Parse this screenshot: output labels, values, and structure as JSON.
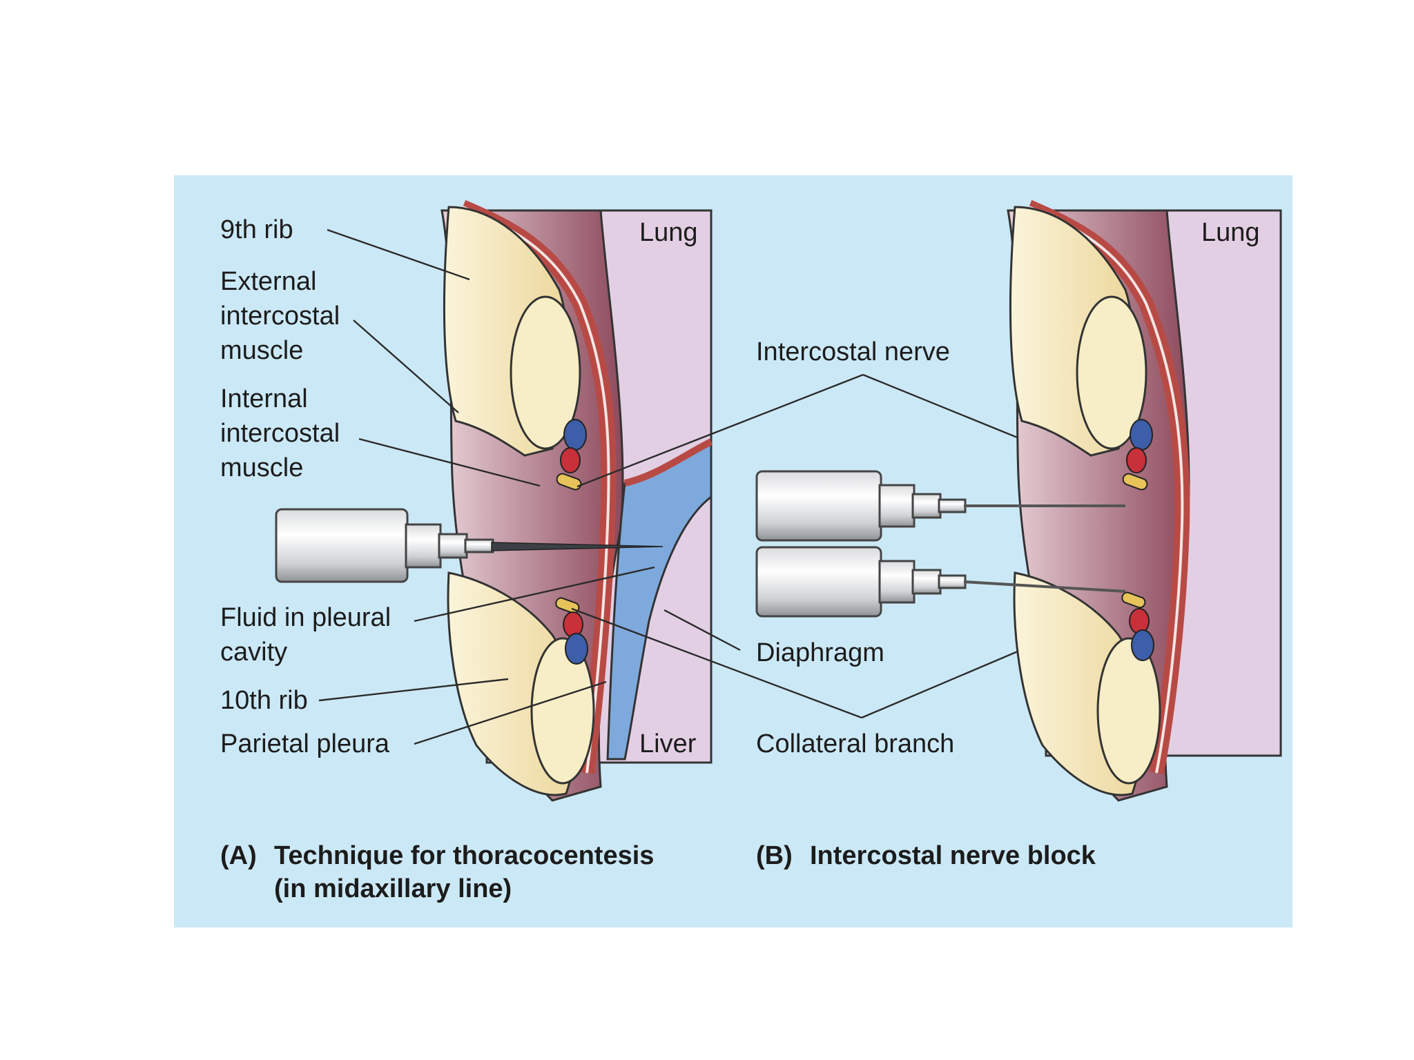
{
  "colors": {
    "panel_background": "#cbe8f6",
    "lung_region": "#e3cfe3",
    "rib_bone": "#f6ecc2",
    "pleura": "#b84a45",
    "muscle": "#a85f6c",
    "fluid": "#7ea9dc",
    "nerve": "#e7c35a",
    "artery": "#c8303a",
    "vein": "#3d5ea8"
  },
  "panel_a": {
    "labels": {
      "ninth_rib": "9th rib",
      "external_intercostal_muscle": [
        "External",
        "intercostal",
        "muscle"
      ],
      "internal_intercostal_muscle": [
        "Internal",
        "intercostal",
        "muscle"
      ],
      "fluid_in_pleural_cavity": [
        "Fluid in pleural",
        "cavity"
      ],
      "tenth_rib": "10th rib",
      "parietal_pleura": "Parietal pleura",
      "lung": "Lung",
      "liver": "Liver"
    },
    "caption": {
      "letter": "(A)",
      "lines": [
        "Technique for thoracocentesis",
        "(in midaxillary line)"
      ]
    }
  },
  "shared_labels": {
    "intercostal_nerve": "Intercostal nerve",
    "diaphragm": "Diaphragm",
    "collateral_branch": "Collateral branch"
  },
  "panel_b": {
    "labels": {
      "lung": "Lung"
    },
    "caption": {
      "letter": "(B)",
      "lines": [
        "Intercostal nerve block"
      ]
    }
  }
}
